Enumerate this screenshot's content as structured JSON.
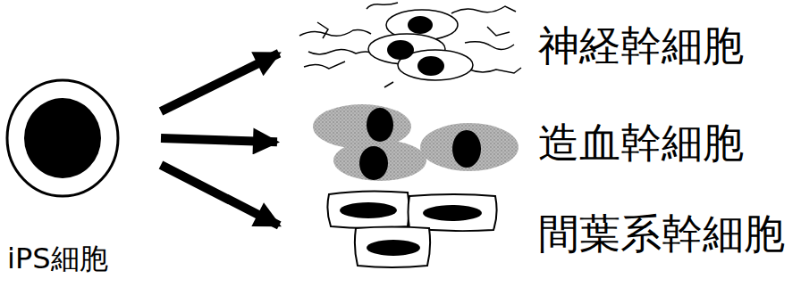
{
  "diagram": {
    "nodes": [
      {
        "text": [
          "iPS細胞"
        ]
      },
      {
        "text": [
          "神経幹細胞"
        ]
      },
      {
        "text": [
          "造血幹細胞"
        ]
      },
      {
        "text": [
          "間葉系幹細胞"
        ]
      }
    ],
    "edges": [
      {
        "from": 0,
        "to": 1,
        "arrow": "to"
      },
      {
        "from": 0,
        "to": 2,
        "arrow": "to"
      },
      {
        "from": 0,
        "to": 3,
        "arrow": "to"
      }
    ]
  }
}
